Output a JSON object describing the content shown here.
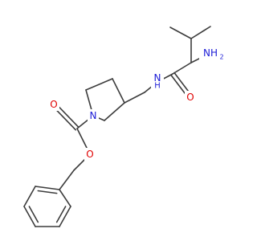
{
  "colors": {
    "bond": "#3c3c3c",
    "nitrogen": "#1a1ad6",
    "oxygen": "#e00000",
    "background": "#ffffff"
  },
  "labels": {
    "amine_n_h": "N",
    "amine_h": "H",
    "amino_nh2": "NH",
    "amino_sub2": "2",
    "carbonyl_o_amide": "O",
    "ring_n": "N",
    "carbamate_o_double": "O",
    "carbamate_o_single": "O"
  }
}
